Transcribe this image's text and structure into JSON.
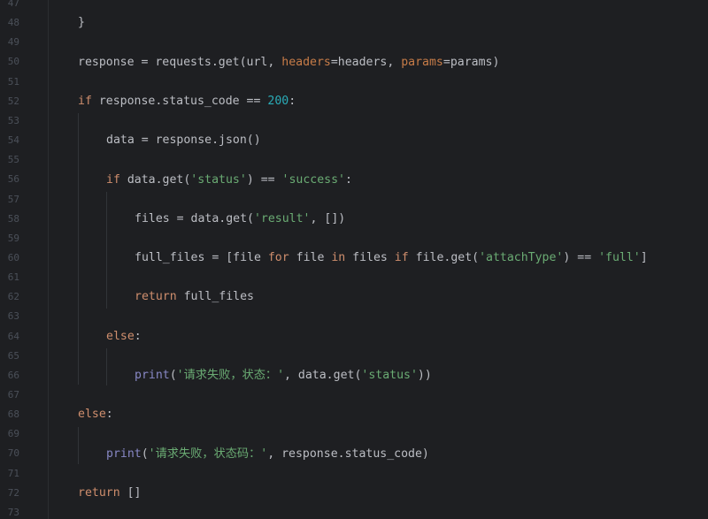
{
  "gutter": {
    "line_numbers": [
      "47",
      "48",
      "49",
      "50",
      "51",
      "52",
      "53",
      "54",
      "55",
      "56",
      "57",
      "58",
      "59",
      "60",
      "61",
      "62",
      "63",
      "64",
      "65",
      "66",
      "67",
      "68",
      "69",
      "70",
      "71",
      "72",
      "73"
    ]
  },
  "code": {
    "l1": {
      "brace": "}"
    },
    "l2": {
      "a": "response = requests.get(url, ",
      "p1": "headers",
      "b": "=headers, ",
      "p2": "params",
      "c": "=params)"
    },
    "l3": {
      "kw": "if",
      "a": " response.status_code == ",
      "num": "200",
      "b": ":"
    },
    "l4": {
      "a": "data = response.json()"
    },
    "l5": {
      "kw": "if",
      "a": " data.get(",
      "s1": "'status'",
      "b": ") == ",
      "s2": "'success'",
      "c": ":"
    },
    "l6": {
      "a": "files = data.get(",
      "s1": "'result'",
      "b": ", [])"
    },
    "l7": {
      "a": "full_files = [file ",
      "k1": "for",
      "b": " file ",
      "k2": "in",
      "c": " files ",
      "k3": "if",
      "d": " file.get(",
      "s1": "'attachType'",
      "e": ") == ",
      "s2": "'full'",
      "f": "]"
    },
    "l8": {
      "kw": "return",
      "a": " full_files"
    },
    "l9": {
      "kw": "else",
      "a": ":"
    },
    "l10": {
      "fn": "print",
      "a": "(",
      "s1": "'请求失败，状态：'",
      "b": ", data.get(",
      "s2": "'status'",
      "c": "))"
    },
    "l11": {
      "kw": "else",
      "a": ":"
    },
    "l12": {
      "fn": "print",
      "a": "(",
      "s1": "'请求失败，状态码：'",
      "b": ", response.status_code)"
    },
    "l13": {
      "kw": "return",
      "a": " []"
    }
  },
  "colors": {
    "background": "#1e1f22",
    "keyword": "#cf8e6d",
    "string": "#6aab73",
    "number": "#2aacb8",
    "parameter": "#c77c48",
    "builtin": "#8888c6",
    "text": "#bcbec4",
    "line_number": "#4b5059"
  }
}
